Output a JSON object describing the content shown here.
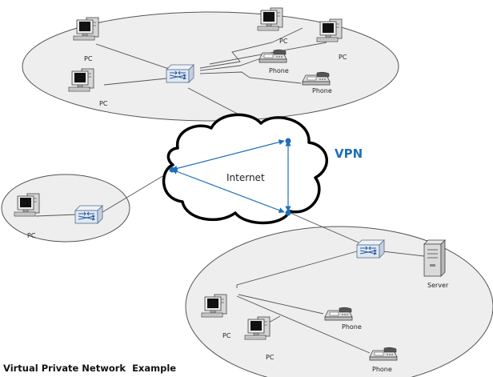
{
  "diagram": {
    "caption": "Virtual Private Network  Example",
    "cloud_label": "Internet",
    "vpn_label": "VPN",
    "labels": {
      "pc": "PC",
      "phone": "Phone",
      "server": "Server"
    },
    "colors": {
      "vpn_accent": "#1e6fba",
      "site_fill": "#eeeeee",
      "site_stroke": "#555555",
      "switch_fill": "#dfe8f3",
      "cloud_stroke": "#000000"
    }
  }
}
